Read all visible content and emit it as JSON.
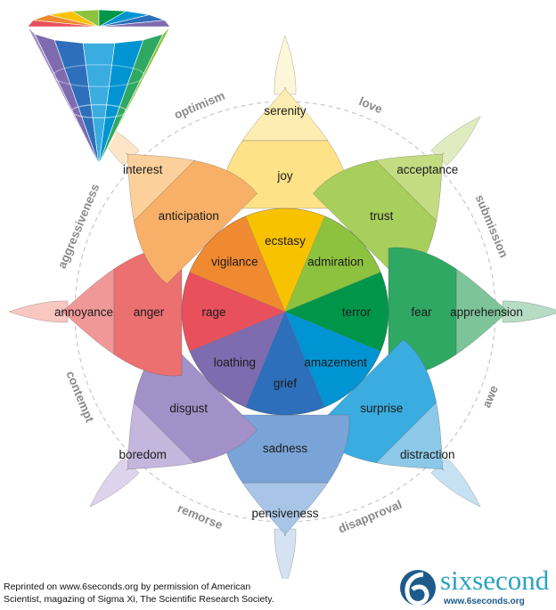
{
  "emotions": [
    {
      "outer": "serenity",
      "middle": "joy",
      "inner": "ecstasy",
      "colors": {
        "outer": "#fdedb0",
        "middle": "#fde288",
        "inner": "#f8c200",
        "tip": "#fef6d8"
      }
    },
    {
      "outer": "acceptance",
      "middle": "trust",
      "inner": "admiration",
      "colors": {
        "outer": "#c3dc82",
        "middle": "#a8ce5c",
        "inner": "#8dc23f",
        "tip": "#e0ecc0"
      }
    },
    {
      "outer": "apprehension",
      "middle": "fear",
      "inner": "terror",
      "colors": {
        "outer": "#7dc49a",
        "middle": "#2fa864",
        "inner": "#00964a",
        "tip": "#b6dcc4"
      }
    },
    {
      "outer": "distraction",
      "middle": "surprise",
      "inner": "amazement",
      "colors": {
        "outer": "#8cc8e8",
        "middle": "#3aace0",
        "inner": "#0094d2",
        "tip": "#c6e2f2"
      }
    },
    {
      "outer": "pensiveness",
      "middle": "sadness",
      "inner": "grief",
      "colors": {
        "outer": "#a8c4e6",
        "middle": "#7aa4d8",
        "inner": "#2d6fba",
        "tip": "#d4e2f2"
      }
    },
    {
      "outer": "boredom",
      "middle": "disgust",
      "inner": "loathing",
      "colors": {
        "outer": "#c4b6dc",
        "middle": "#a290c8",
        "inner": "#7f6bb0",
        "tip": "#ddd4ec"
      }
    },
    {
      "outer": "annoyance",
      "middle": "anger",
      "inner": "rage",
      "colors": {
        "outer": "#f09898",
        "middle": "#ec7070",
        "inner": "#e8505c",
        "tip": "#f8c8c0"
      }
    },
    {
      "outer": "interest",
      "middle": "anticipation",
      "inner": "vigilance",
      "colors": {
        "outer": "#fbd09a",
        "middle": "#f8b068",
        "inner": "#f08a30",
        "tip": "#fde6c8"
      }
    }
  ],
  "dyads": [
    "love",
    "submission",
    "awe",
    "disapproval",
    "remorse",
    "contempt",
    "aggressiveness",
    "optimism"
  ],
  "credit": {
    "line1": "Reprinted on www.6seconds.org by permission of American",
    "line2": "Scientist, magazing of Sigma Xi, The Scientific Research Society."
  },
  "logo": {
    "name": "sixsecond",
    "url": "www.6seconds.org",
    "mark": "6",
    "color": "#2aa3c2"
  }
}
